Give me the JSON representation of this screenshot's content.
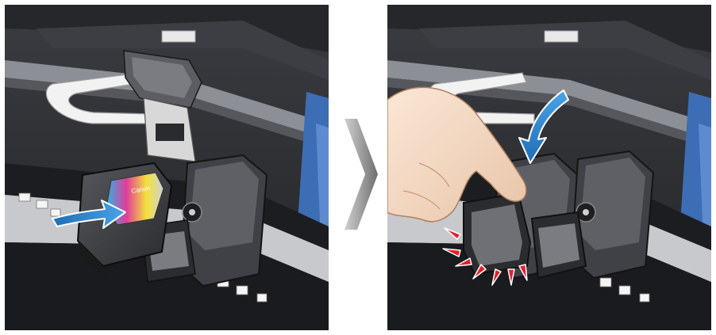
{
  "panels": [
    {
      "id": "left",
      "step": "insert-cartridge",
      "arrow_icon": "insert-arrow-icon",
      "cartridge_label": "Canon"
    },
    {
      "id": "right",
      "step": "press-lock-lever",
      "arrow_icon": "press-down-arrow-icon",
      "click_indicator_icon": "click-burst-icon"
    }
  ],
  "connector_icon": "next-step-chevron-icon",
  "colors": {
    "printer_body": "#2d2f33",
    "inner_dark": "#1b1c1f",
    "cartridge_holder": "#4a4c50",
    "cable": "#f2f2f2",
    "blue_accent": "#3d6db4",
    "arrow_blue": "#2a7fc9",
    "burst_red": "#e0202a",
    "chevron_gray": "#8a8a8a"
  }
}
